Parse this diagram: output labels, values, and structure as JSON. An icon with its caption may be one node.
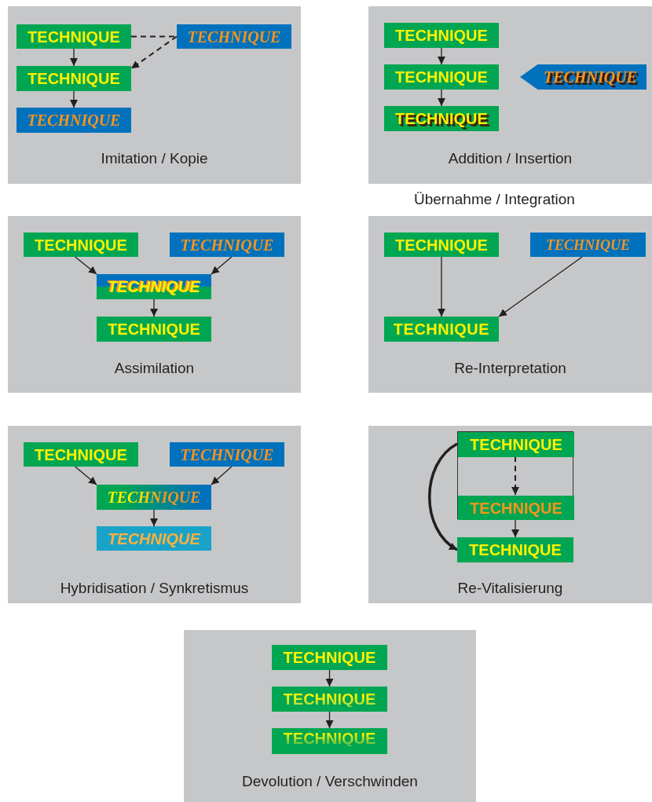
{
  "diagram": {
    "nodes": [
      {
        "text": [
          "Imitation / Kopie"
        ]
      },
      {
        "text": [
          "TECHNIQUE"
        ],
        "in": 0
      },
      {
        "text": [
          "TECHNIQUE"
        ],
        "in": 0
      },
      {
        "text": [
          "TECHNIQUE"
        ],
        "in": 0
      },
      {
        "text": [
          "TECHNIQUE"
        ],
        "in": 0
      },
      {
        "text": [
          "Addition / Insertion"
        ]
      },
      {
        "text": [
          "TECHNIQUE"
        ],
        "in": 5
      },
      {
        "text": [
          "TECHNIQUE"
        ],
        "in": 5
      },
      {
        "text": [
          "TECHNIQUE"
        ],
        "in": 5
      },
      {
        "text": [
          "TECHNIQUE"
        ],
        "in": 5
      },
      {
        "text": [
          "Assimilation"
        ]
      },
      {
        "text": [
          "TECHNIQUE"
        ],
        "in": 10
      },
      {
        "text": [
          "TECHNIQUE"
        ],
        "in": 10
      },
      {
        "text": [
          "TECHNIQUE"
        ],
        "in": 10
      },
      {
        "text": [
          "TECHNIQUE"
        ],
        "in": 10
      },
      {
        "text": [
          "Re-Interpretation"
        ]
      },
      {
        "text": [
          "TECHNIQUE"
        ],
        "in": 15
      },
      {
        "text": [
          "TECHNIQUE"
        ],
        "in": 15
      },
      {
        "text": [
          "TECHNIQUE"
        ],
        "in": 15
      },
      {
        "text": [
          "Hybridisation / Synkretismus"
        ]
      },
      {
        "text": [
          "TECHNIQUE"
        ],
        "in": 19
      },
      {
        "text": [
          "TECHNIQUE"
        ],
        "in": 19
      },
      {
        "text": [
          "TECHNIQUE"
        ],
        "in": 19
      },
      {
        "text": [
          "TECHNIQUE"
        ],
        "in": 19
      },
      {
        "text": [
          "Re-Vitalisierung"
        ]
      },
      {
        "text": [],
        "shape": "box",
        "in": 24
      },
      {
        "text": [
          "TECHNIQUE"
        ],
        "in": 25
      },
      {
        "text": [
          "TECHNIQUE"
        ],
        "in": 25
      },
      {
        "text": [
          "TECHNIQUE"
        ],
        "in": 24
      },
      {
        "text": [
          "Devolution / Verschwinden"
        ]
      },
      {
        "text": [
          "TECHNIQUE"
        ],
        "in": 29
      },
      {
        "text": [
          "TECHNIQUE"
        ],
        "in": 29
      },
      {
        "text": [
          "TECHNIQUE"
        ],
        "in": 29
      }
    ],
    "edges": [
      {
        "from": 1,
        "to": 2,
        "arrow": "none",
        "style": "dashed"
      },
      {
        "from": 2,
        "to": 3,
        "arrow": "to",
        "style": "dashed"
      },
      {
        "from": 1,
        "to": 3,
        "arrow": "to"
      },
      {
        "from": 3,
        "to": 4,
        "arrow": "to"
      },
      {
        "from": 6,
        "to": 7,
        "arrow": "to"
      },
      {
        "from": 7,
        "to": 8,
        "arrow": "to"
      },
      {
        "from": 11,
        "to": 13,
        "arrow": "to"
      },
      {
        "from": 12,
        "to": 13,
        "arrow": "to"
      },
      {
        "from": 13,
        "to": 14,
        "arrow": "to"
      },
      {
        "from": 16,
        "to": 18,
        "arrow": "to"
      },
      {
        "from": 17,
        "to": 18,
        "arrow": "to"
      },
      {
        "from": 20,
        "to": 22,
        "arrow": "to"
      },
      {
        "from": 21,
        "to": 22,
        "arrow": "to"
      },
      {
        "from": 22,
        "to": 23,
        "arrow": "to"
      },
      {
        "from": 26,
        "to": 27,
        "arrow": "to",
        "style": "dashed"
      },
      {
        "from": 27,
        "to": 28,
        "arrow": "to"
      },
      {
        "from": 26,
        "to": 28,
        "arrow": "to",
        "style": "thick"
      },
      {
        "from": 30,
        "to": 31,
        "arrow": "to"
      },
      {
        "from": 31,
        "to": 32,
        "arrow": "to"
      }
    ],
    "labels": [
      "Übernahme / Integration"
    ]
  }
}
